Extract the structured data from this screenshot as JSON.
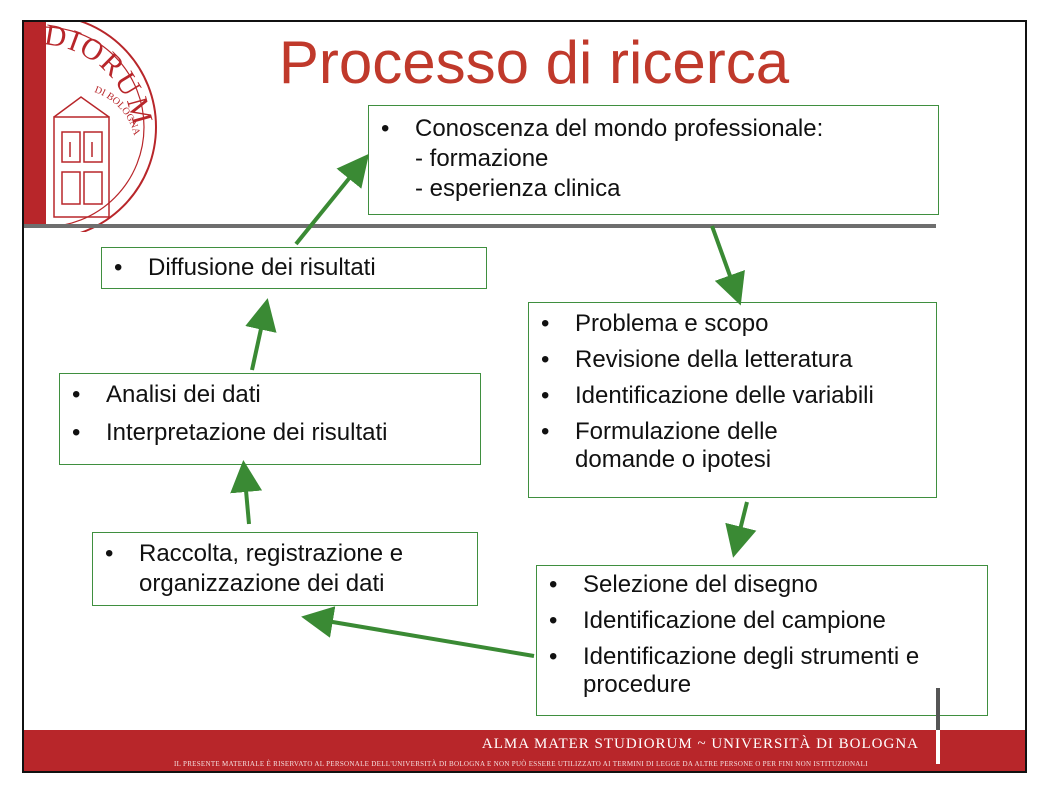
{
  "title": "Processo di ricerca",
  "seal": {
    "text_top": "STUDIORUM",
    "text_side": "DI BOLOGNA"
  },
  "boxes": {
    "conoscenza": {
      "bullet": "Conoscenza del mondo professionale:",
      "subs": [
        "- formazione",
        "- esperienza clinica"
      ]
    },
    "diffusione": {
      "items": [
        "Diffusione dei risultati"
      ]
    },
    "problema": {
      "items": [
        "Problema e scopo",
        "Revisione della letteratura",
        "Identificazione delle variabili",
        "Formulazione delle domande o ipotesi"
      ]
    },
    "analisi": {
      "items": [
        "Analisi dei dati",
        "Interpretazione dei risultati"
      ]
    },
    "raccolta": {
      "items": [
        "Raccolta, registrazione e organizzazione dei dati"
      ]
    },
    "selezione": {
      "items": [
        "Selezione del disegno",
        "Identificazione del campione",
        "Identificazione degli strumenti e procedure"
      ]
    }
  },
  "footer": {
    "main": "ALMA MATER STUDIORUM ~ UNIVERSITÀ DI BOLOGNA",
    "sub": "IL PRESENTE MATERIALE È RISERVATO AL PERSONALE DELL'UNIVERSITÀ DI BOLOGNA E NON PUÒ ESSERE UTILIZZATO AI TERMINI DI LEGGE DA ALTRE PERSONE O PER FINI NON ISTITUZIONALI"
  },
  "colors": {
    "accent_red": "#b8262a",
    "title_red": "#c0392b",
    "arrow_green": "#3a8a34",
    "box_border": "#3f8f3f"
  }
}
